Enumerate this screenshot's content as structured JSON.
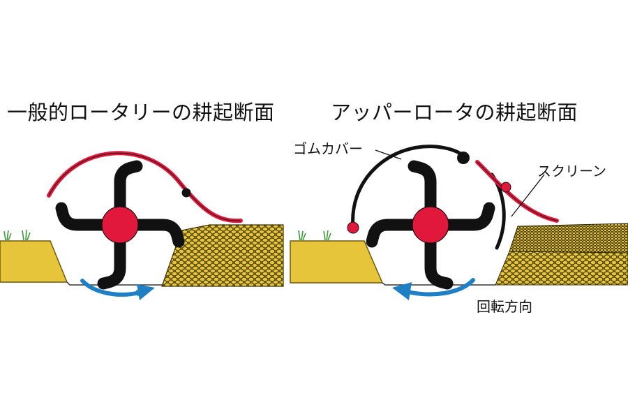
{
  "left_panel": {
    "title": "一般的ロータリーの耕起断面"
  },
  "right_panel": {
    "title": "アッパーロータの耕起断面",
    "labels": {
      "rubber_cover": "ゴムカバー",
      "screen": "スクリーン",
      "rotation_direction": "回転方向"
    }
  },
  "colors": {
    "soil": "#e6c53a",
    "soil_outline": "#6b5a10",
    "rotor_hub": "#e1173b",
    "tines": "#111111",
    "cover_red": "#e1173b",
    "arrow_blue": "#1f7fc4",
    "grass": "#3a9a3a"
  }
}
